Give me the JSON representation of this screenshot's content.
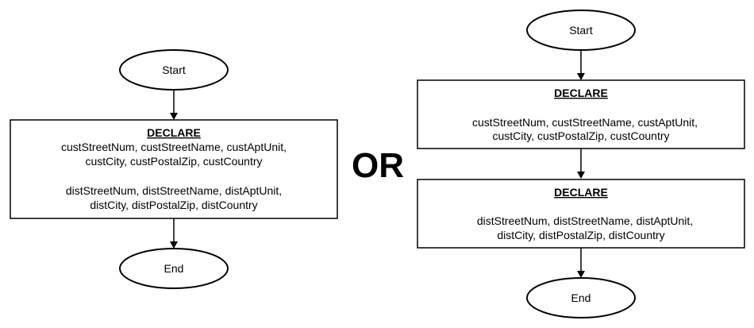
{
  "left_flowchart": {
    "start_label": "Start",
    "declare_heading": "DECLARE",
    "cust_line1": "custStreetNum, custStreetName, custAptUnit,",
    "cust_line2": "custCity, custPostalZip, custCountry",
    "dist_line1": "distStreetNum, distStreetName, distAptUnit,",
    "dist_line2": "distCity, distPostalZip, distCountry",
    "end_label": "End"
  },
  "separator_label": "OR",
  "right_flowchart": {
    "start_label": "Start",
    "declare1_heading": "DECLARE",
    "declare1_line1": "custStreetNum, custStreetName, custAptUnit,",
    "declare1_line2": "custCity, custPostalZip, custCountry",
    "declare2_heading": "DECLARE",
    "declare2_line1": "distStreetNum, distStreetName, distAptUnit,",
    "declare2_line2": "distCity, distPostalZip, distCountry",
    "end_label": "End"
  }
}
